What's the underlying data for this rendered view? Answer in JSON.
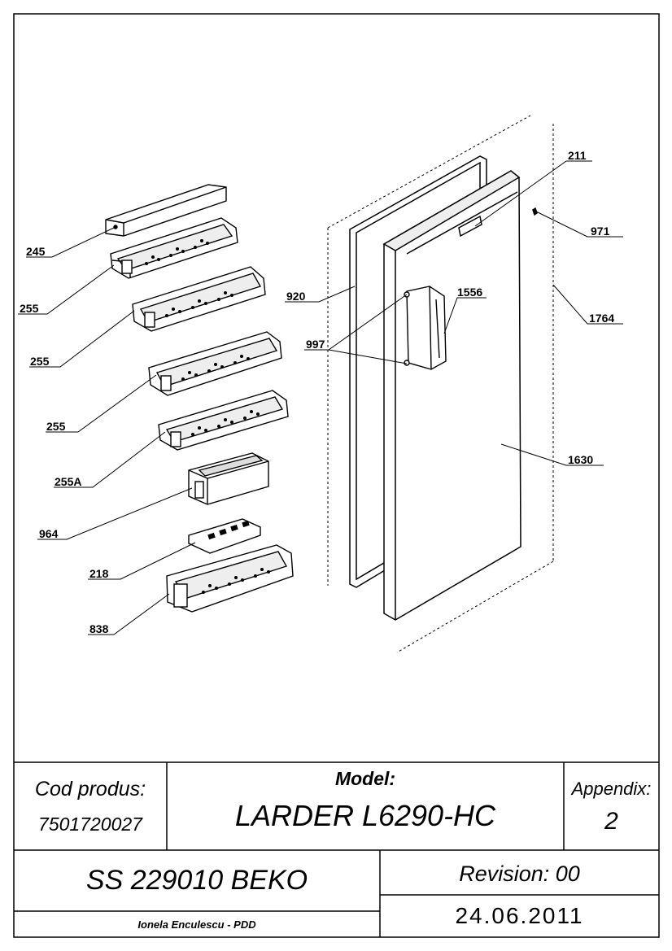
{
  "parts": {
    "p245": "245",
    "p255a": "255",
    "p255b": "255",
    "p255c": "255",
    "p255A": "255A",
    "p964": "964",
    "p218": "218",
    "p838": "838",
    "p920": "920",
    "p997": "997",
    "p1556": "1556",
    "p211": "211",
    "p971": "971",
    "p1764": "1764",
    "p1630": "1630"
  },
  "title_block": {
    "cod_label": "Cod produs:",
    "cod_value": "7501720027",
    "model_label": "Model:",
    "model_value": "LARDER L6290-HC",
    "appendix_label": "Appendix:",
    "appendix_value": "2",
    "ss_code": "SS 229010 BEKO",
    "revision": "Revision: 00",
    "author": "Ionela Enculescu - PDD",
    "date": "24.06.2011"
  }
}
